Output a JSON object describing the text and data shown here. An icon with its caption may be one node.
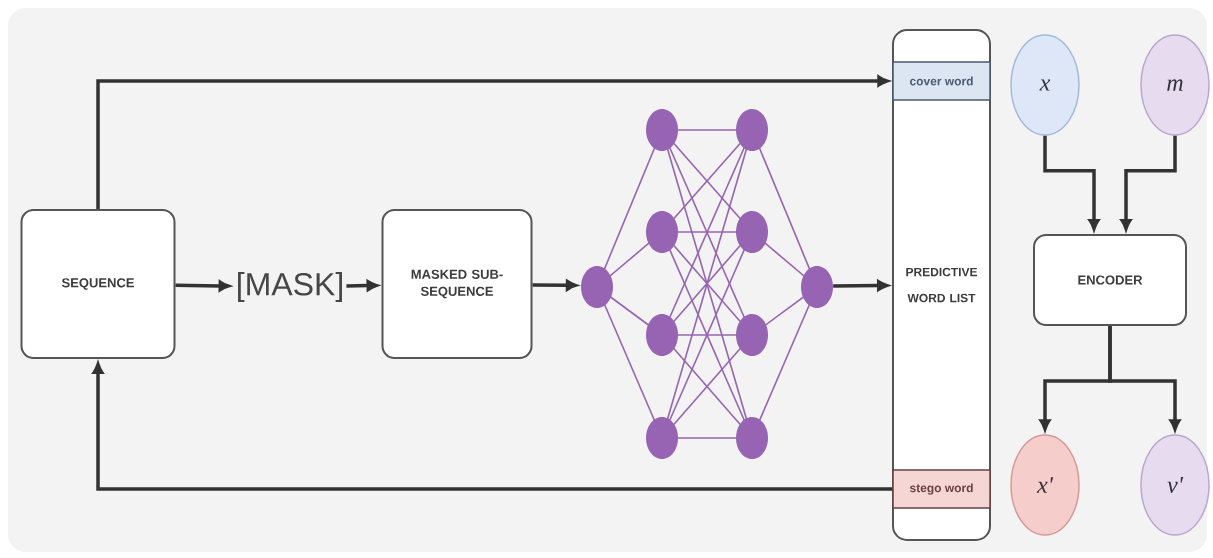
{
  "diagram": {
    "nodes": [
      {
        "text": [
          "SEQUENCE"
        ]
      },
      {
        "text": [
          "[MASK]"
        ]
      },
      {
        "text": [
          "MASKED SUB-SEQUENCE"
        ]
      },
      {
        "text": [],
        "shape": "picture"
      },
      {
        "text": [
          "PREDICTIVE WORD LIST"
        ]
      },
      {
        "text": [
          "cover word"
        ],
        "in": 4
      },
      {
        "text": [
          "stego word"
        ],
        "in": 4
      },
      {
        "text": [
          "x"
        ]
      },
      {
        "text": [
          "m"
        ]
      },
      {
        "text": [
          "ENCODER"
        ]
      },
      {
        "text": [
          "x'"
        ]
      },
      {
        "text": [
          "v'"
        ]
      }
    ],
    "edges": [
      {
        "from": 0,
        "to": 5,
        "arrow": "to"
      },
      {
        "from": 0,
        "to": 1,
        "arrow": "to"
      },
      {
        "from": 1,
        "to": 2,
        "arrow": "to"
      },
      {
        "from": 2,
        "to": 3,
        "arrow": "to"
      },
      {
        "from": 3,
        "to": 4,
        "arrow": "to"
      },
      {
        "from": 6,
        "to": 0,
        "arrow": "to"
      },
      {
        "from": 7,
        "to": 9,
        "arrow": "to"
      },
      {
        "from": 8,
        "to": 9,
        "arrow": "to"
      },
      {
        "from": 9,
        "to": 10,
        "arrow": "to"
      },
      {
        "from": 9,
        "to": 11,
        "arrow": "to"
      }
    ]
  }
}
